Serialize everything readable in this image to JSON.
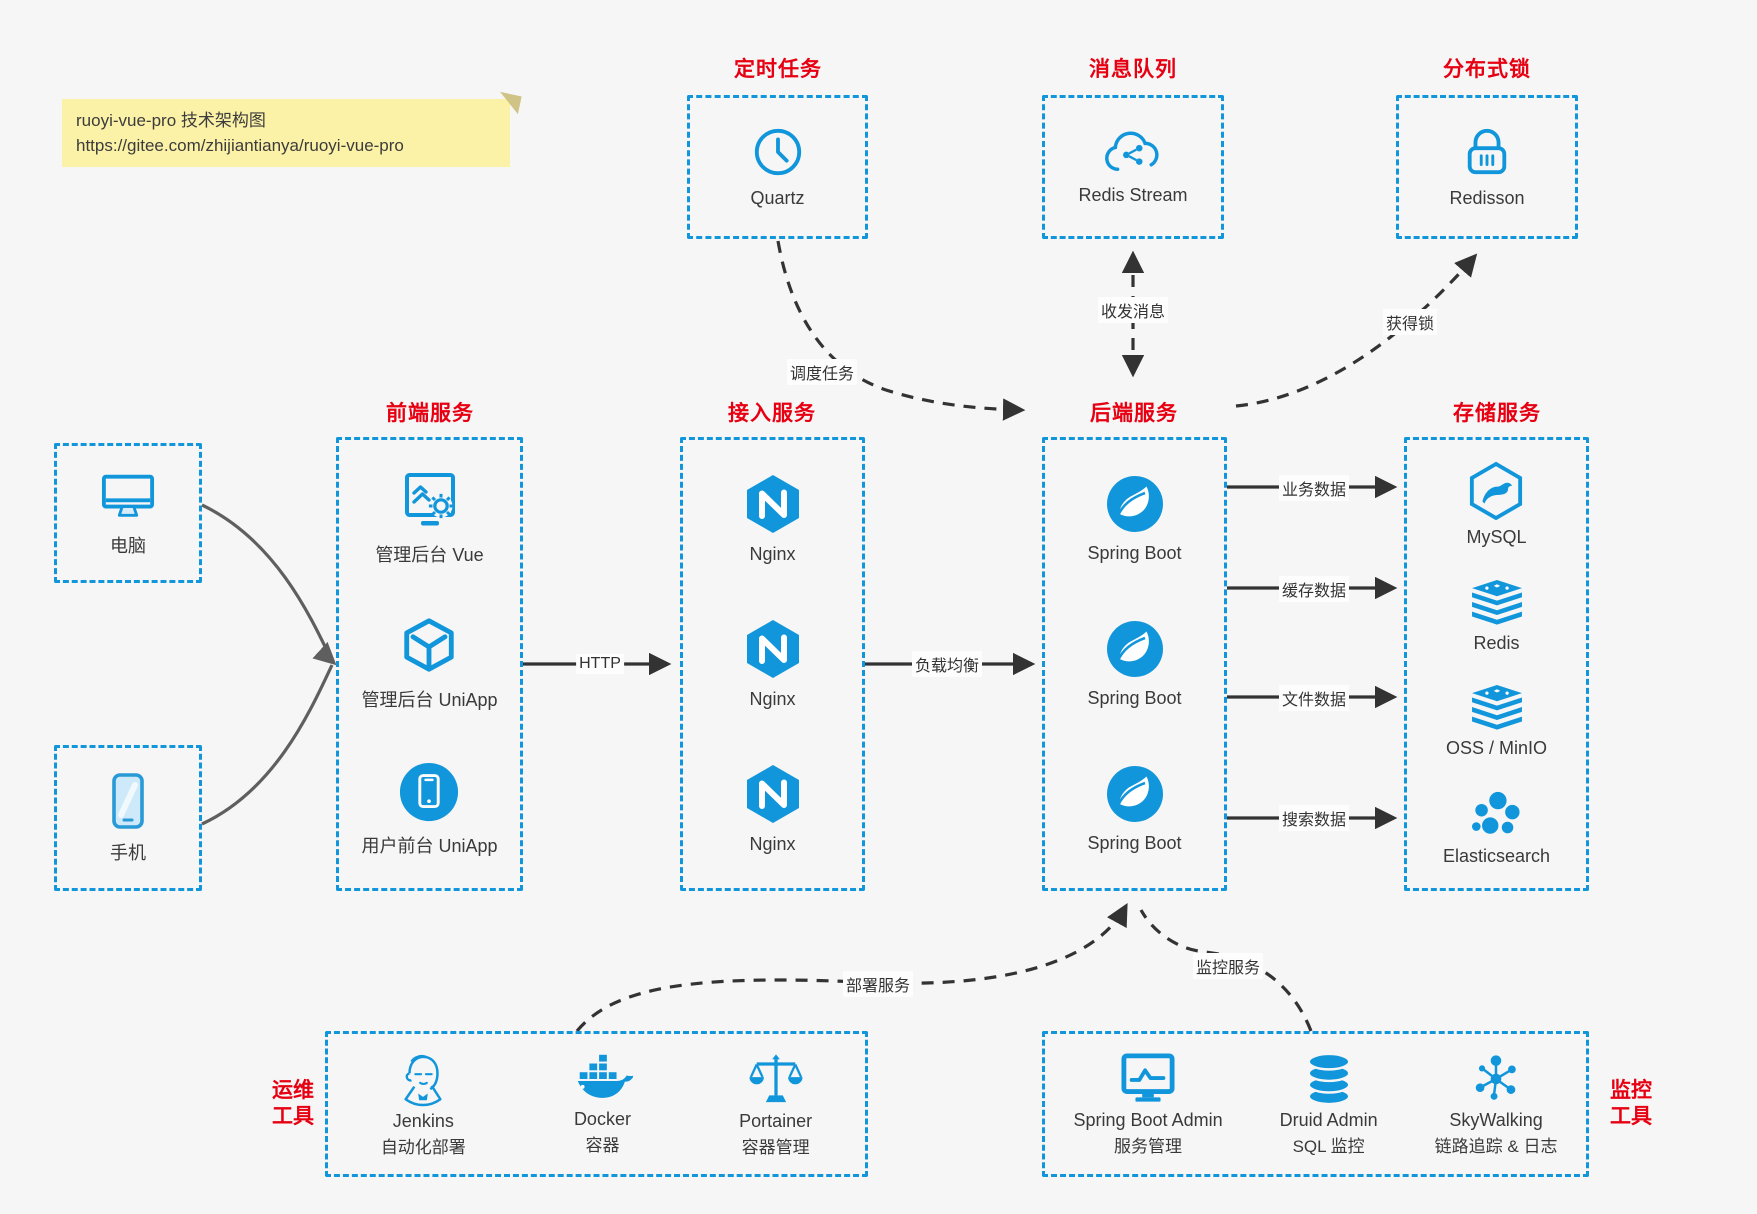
{
  "note": {
    "line1": "ruoyi-vue-pro 技术架构图",
    "line2": "https://gitee.com/zhijiantianya/ruoyi-vue-pro"
  },
  "colors": {
    "accent_blue": "#1296db",
    "accent_red": "#e60012",
    "arrow_dark": "#333333",
    "arrow_gray": "#666666",
    "note_bg": "#fbf2a7"
  },
  "top_services": [
    {
      "title": "定时任务",
      "item": {
        "icon": "clock-icon",
        "label": "Quartz"
      }
    },
    {
      "title": "消息队列",
      "item": {
        "icon": "cloud-stream-icon",
        "label": "Redis Stream"
      }
    },
    {
      "title": "分布式锁",
      "item": {
        "icon": "lock-icon",
        "label": "Redisson"
      }
    }
  ],
  "clients": [
    {
      "icon": "desktop-icon",
      "label": "电脑"
    },
    {
      "icon": "smartphone-icon",
      "label": "手机"
    }
  ],
  "tiers": {
    "frontend": {
      "title": "前端服务",
      "items": [
        {
          "icon": "admin-vue-icon",
          "label": "管理后台 Vue"
        },
        {
          "icon": "cube-icon",
          "label": "管理后台 UniApp"
        },
        {
          "icon": "app-circle-icon",
          "label": "用户前台 UniApp"
        }
      ]
    },
    "gateway": {
      "title": "接入服务",
      "items": [
        {
          "icon": "nginx-icon",
          "label": "Nginx"
        },
        {
          "icon": "nginx-icon",
          "label": "Nginx"
        },
        {
          "icon": "nginx-icon",
          "label": "Nginx"
        }
      ]
    },
    "backend": {
      "title": "后端服务",
      "items": [
        {
          "icon": "spring-icon",
          "label": "Spring Boot"
        },
        {
          "icon": "spring-icon",
          "label": "Spring Boot"
        },
        {
          "icon": "spring-icon",
          "label": "Spring Boot"
        }
      ]
    },
    "storage": {
      "title": "存储服务",
      "items": [
        {
          "icon": "mysql-icon",
          "label": "MySQL"
        },
        {
          "icon": "stack-icon",
          "label": "Redis"
        },
        {
          "icon": "stack-icon",
          "label": "OSS / MinIO"
        },
        {
          "icon": "elasticsearch-icon",
          "label": "Elasticsearch"
        }
      ]
    }
  },
  "ops_tools": {
    "title_line1": "运维",
    "title_line2": "工具",
    "items": [
      {
        "icon": "jenkins-icon",
        "label": "Jenkins",
        "sublabel": "自动化部署"
      },
      {
        "icon": "docker-icon",
        "label": "Docker",
        "sublabel": "容器"
      },
      {
        "icon": "portainer-icon",
        "label": "Portainer",
        "sublabel": "容器管理"
      }
    ]
  },
  "monitor_tools": {
    "title_line1": "监控",
    "title_line2": "工具",
    "items": [
      {
        "icon": "sba-icon",
        "label": "Spring Boot Admin",
        "sublabel": "服务管理"
      },
      {
        "icon": "druid-icon",
        "label": "Druid Admin",
        "sublabel": "SQL 监控"
      },
      {
        "icon": "skywalking-icon",
        "label": "SkyWalking",
        "sublabel": "链路追踪 & 日志"
      }
    ]
  },
  "edges": {
    "http": "HTTP",
    "load_balance": "负载均衡",
    "schedule": "调度任务",
    "messaging": "收发消息",
    "lock": "获得锁",
    "business": "业务数据",
    "cache": "缓存数据",
    "file": "文件数据",
    "search": "搜索数据",
    "deploy": "部署服务",
    "monitor": "监控服务"
  }
}
